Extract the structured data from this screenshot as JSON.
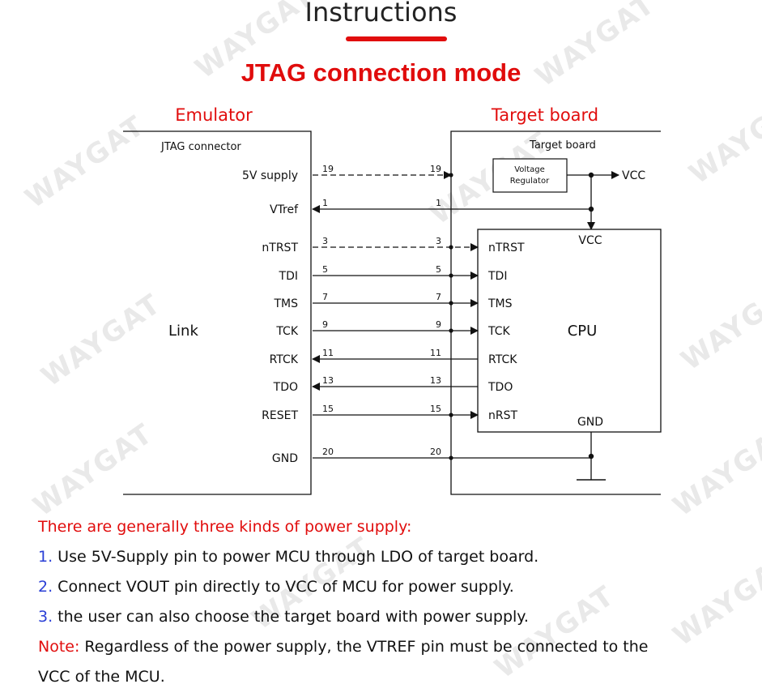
{
  "header": {
    "title": "Instructions",
    "subtitle": "JTAG connection mode"
  },
  "diagram": {
    "left_heading": "Emulator",
    "right_heading": "Target board",
    "connector_label": "JTAG connector",
    "target_label": "Target board",
    "regulator_label": [
      "Voltage",
      "Regulator"
    ],
    "vcc_out_label": "VCC",
    "cpu_label": "CPU",
    "cpu_vcc_label": "VCC",
    "cpu_gnd_label": "GND",
    "link_label": "Link",
    "pins": [
      {
        "name": "5V supply",
        "number": "19",
        "dashed": true,
        "direction": "right",
        "target": null
      },
      {
        "name": "VTref",
        "number": "1",
        "dashed": false,
        "direction": "left",
        "target": null
      },
      {
        "name": "nTRST",
        "number": "3",
        "dashed": true,
        "direction": "right",
        "target": "nTRST"
      },
      {
        "name": "TDI",
        "number": "5",
        "dashed": false,
        "direction": "right",
        "target": "TDI"
      },
      {
        "name": "TMS",
        "number": "7",
        "dashed": false,
        "direction": "right",
        "target": "TMS"
      },
      {
        "name": "TCK",
        "number": "9",
        "dashed": false,
        "direction": "right",
        "target": "TCK"
      },
      {
        "name": "RTCK",
        "number": "11",
        "dashed": false,
        "direction": "left",
        "target": "RTCK"
      },
      {
        "name": "TDO",
        "number": "13",
        "dashed": false,
        "direction": "left",
        "target": "TDO"
      },
      {
        "name": "RESET",
        "number": "15",
        "dashed": false,
        "direction": "right",
        "target": "nRST"
      },
      {
        "name": "GND",
        "number": "20",
        "dashed": false,
        "direction": "none",
        "target": null
      }
    ]
  },
  "notes": {
    "intro": "There are generally three kinds of power supply:",
    "items": [
      {
        "num": "1.",
        "text": " Use 5V-Supply pin to power MCU through LDO of target board."
      },
      {
        "num": "2.",
        "text": " Connect VOUT pin directly to VCC of MCU for power supply."
      },
      {
        "num": "3.",
        "text": " the user can also choose the target board with power supply."
      }
    ],
    "note_label": "Note:",
    "note_text": " Regardless of the power supply, the VTREF pin must be connected to the",
    "note_text_2": "VCC of the MCU."
  },
  "watermark": "WAYGAT",
  "colors": {
    "accent": "#e10d0d",
    "number": "#2a3fd6"
  }
}
